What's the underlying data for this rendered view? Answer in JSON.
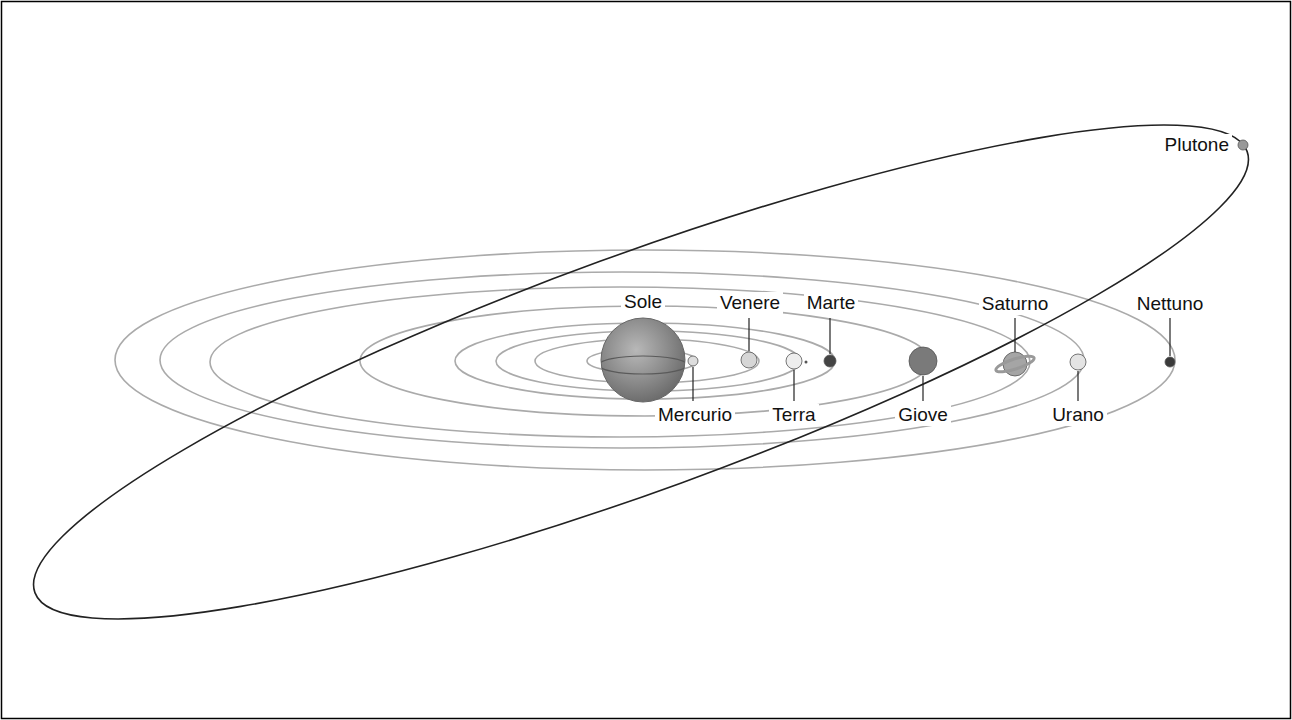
{
  "diagram": {
    "labels": [
      "Plutone",
      "Sole",
      "Venere",
      "Marte",
      "Saturno",
      "Nettuno",
      "Mercurio",
      "Terra",
      "Giove",
      "Urano"
    ]
  }
}
